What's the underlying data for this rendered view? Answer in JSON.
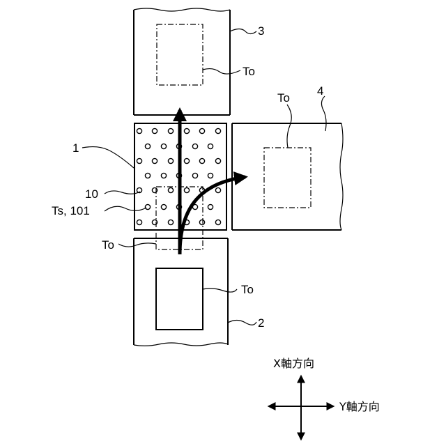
{
  "labels": {
    "conveyor_out_x": "3",
    "conveyor_out_y": "4",
    "conveyor_in": "2",
    "transfer_unit": "1",
    "roller": "10",
    "table": "Ts, 101",
    "object": "To"
  },
  "axes": {
    "x_direction": "X軸方向",
    "y_direction": "Y軸方向"
  }
}
